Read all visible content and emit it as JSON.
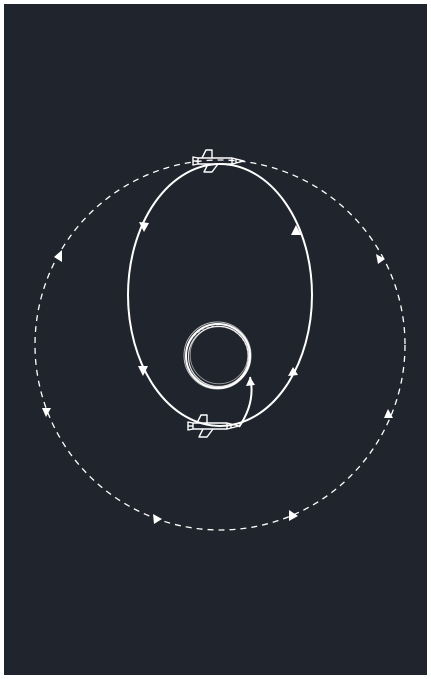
{
  "diagram": {
    "colors": {
      "background": "#20242c",
      "border": "#ffffff",
      "stroke": "#ffffff"
    },
    "elements": [
      {
        "name": "planet-body",
        "icon": "scribbled-circle"
      },
      {
        "name": "transfer-orbit",
        "style": "solid",
        "shape": "ellipse"
      },
      {
        "name": "target-orbit",
        "style": "dashed",
        "shape": "circle"
      },
      {
        "name": "launch-arc",
        "style": "solid"
      },
      {
        "name": "shuttle-perigee",
        "icon": "space-shuttle-icon"
      },
      {
        "name": "shuttle-apogee",
        "icon": "space-shuttle-icon"
      }
    ]
  }
}
